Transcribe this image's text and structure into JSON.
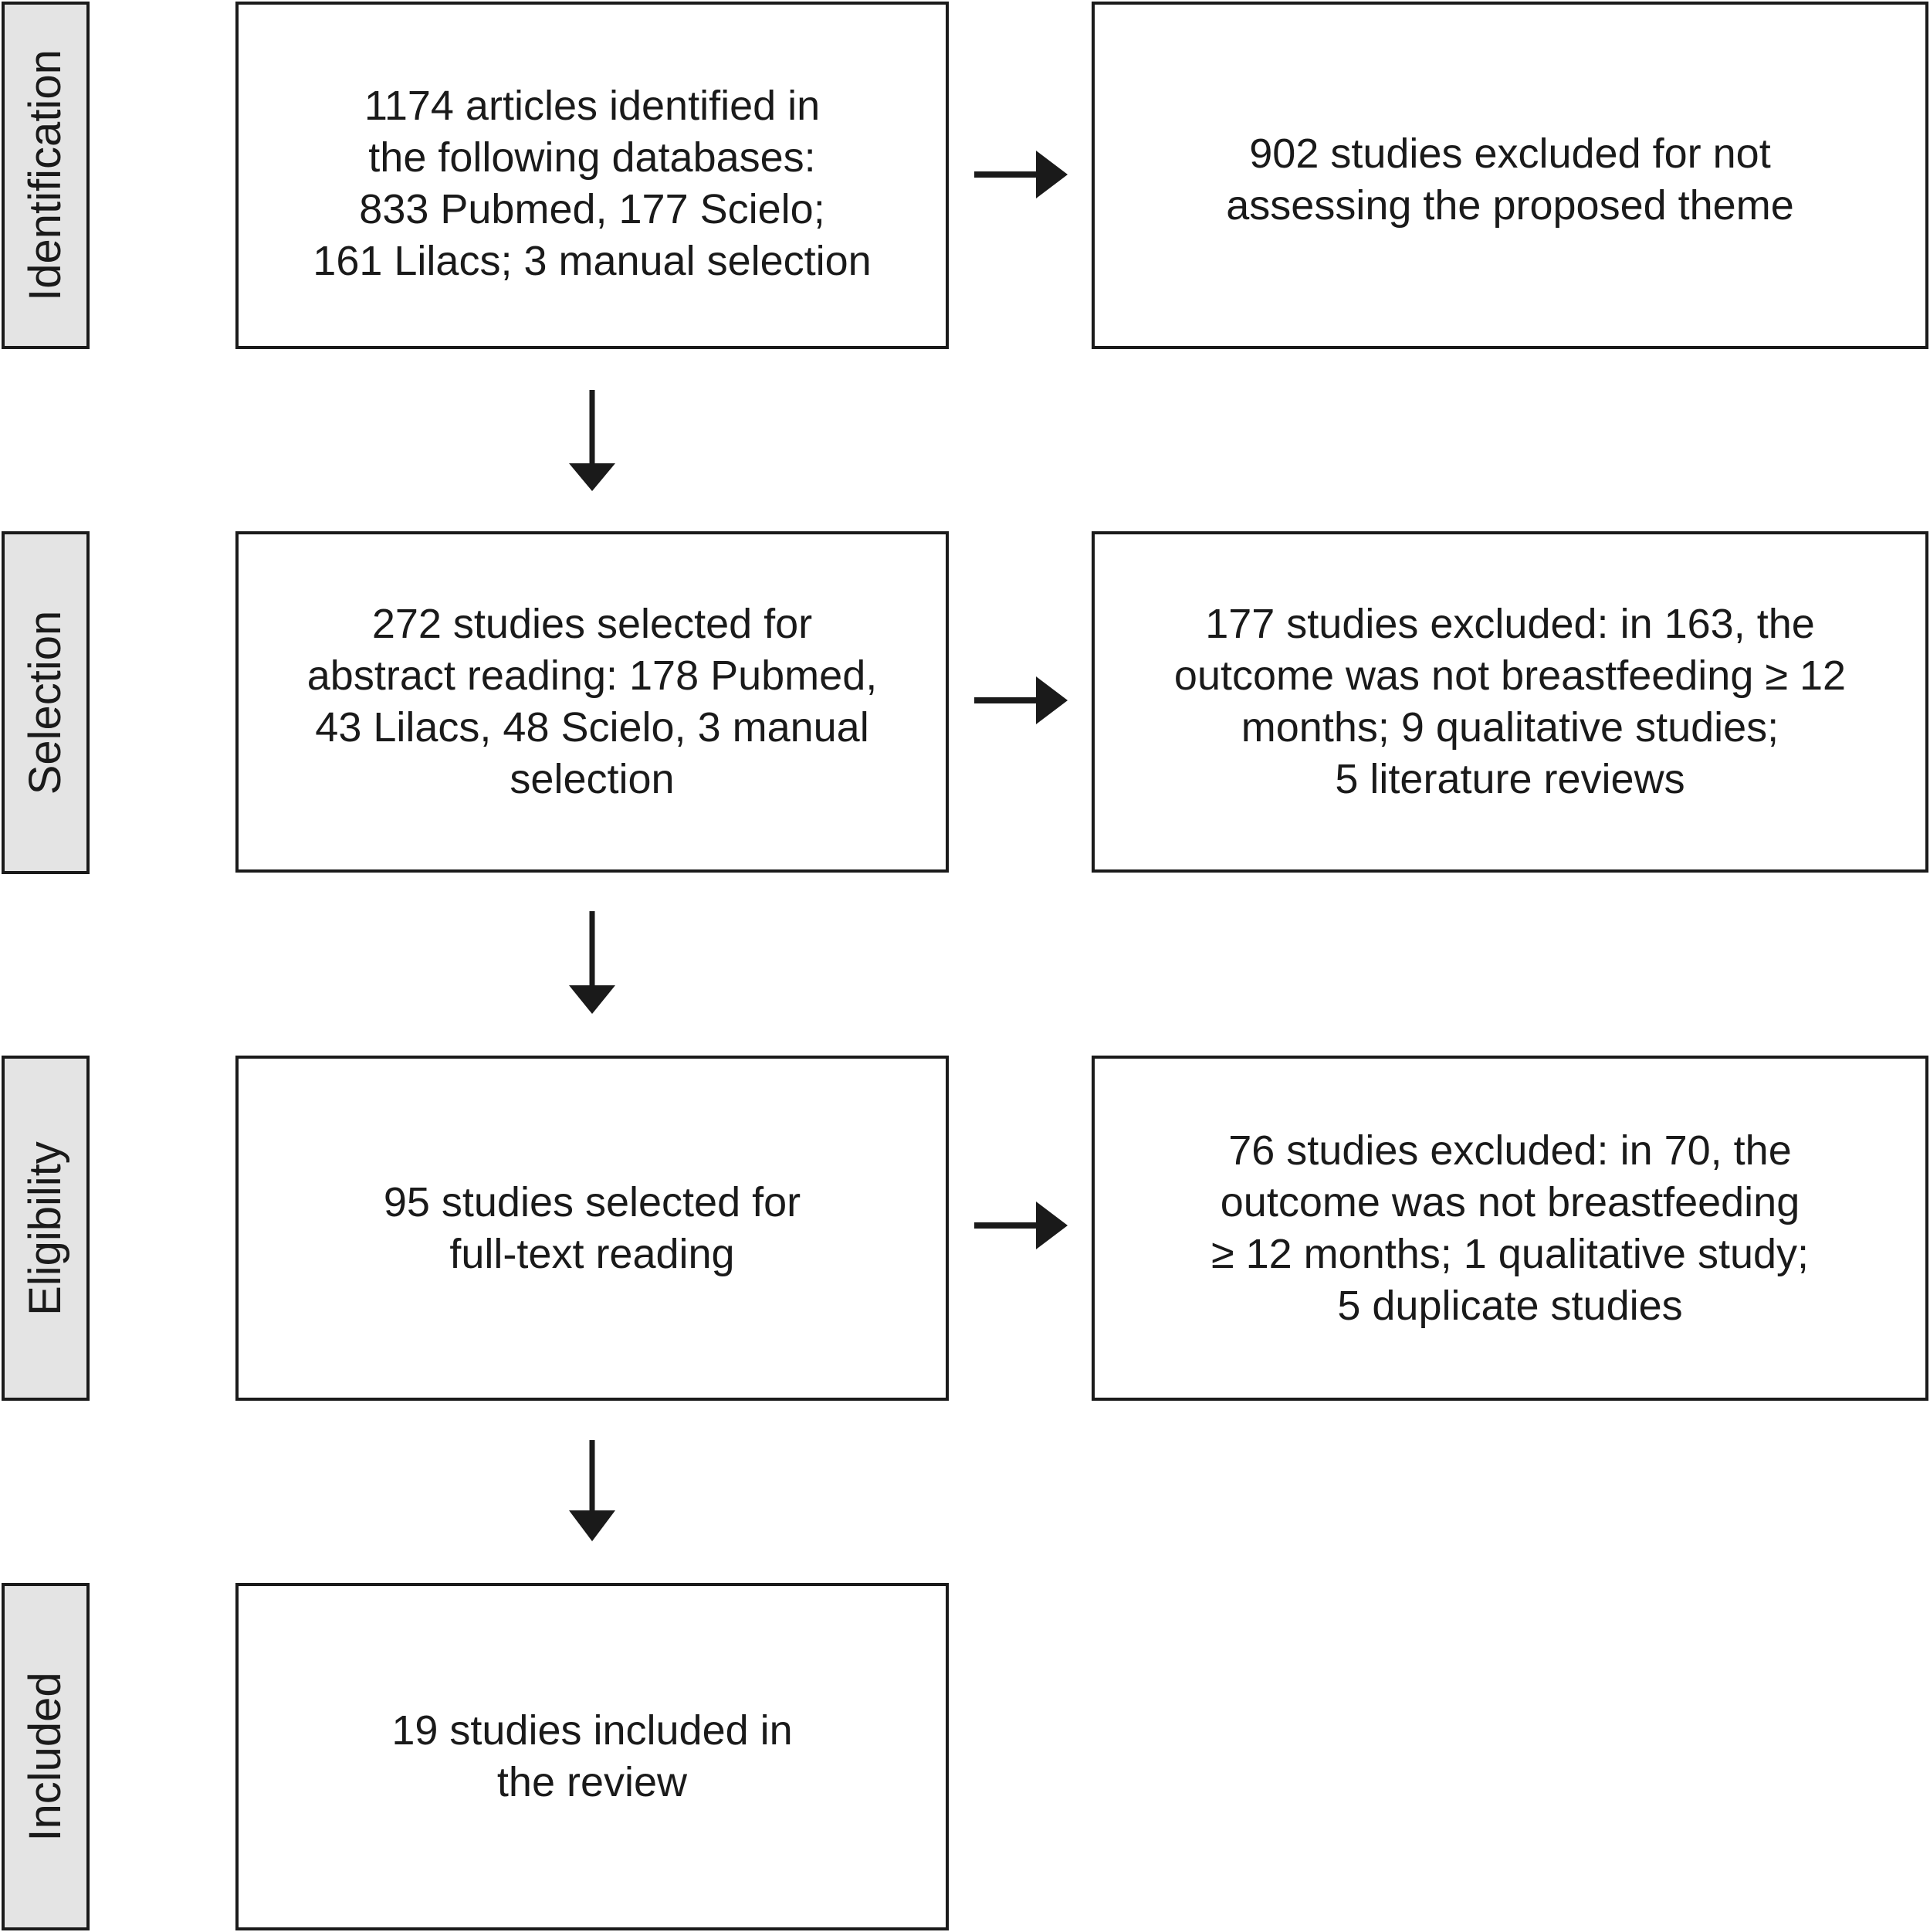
{
  "stages": {
    "identification": "Identification",
    "selection": "Selection",
    "eligibility": "Eligibility",
    "included": "Included"
  },
  "boxes": {
    "identified": "1174 articles identified in\nthe following databases:\n833 Pubmed, 177 Scielo;\n161 Lilacs; 3 manual selection",
    "excluded_theme": "902 studies excluded for not\nassessing the proposed theme",
    "selected_abstract": "272 studies selected for\nabstract reading: 178 Pubmed,\n43 Lilacs, 48 Scielo, 3 manual\nselection",
    "excluded_abstract": "177 studies excluded: in 163, the\noutcome was not breastfeeding ≥ 12\nmonths; 9 qualitative studies;\n5 literature reviews",
    "selected_fulltext": "95 studies selected for\nfull-text reading",
    "excluded_fulltext": "76 studies excluded: in 70, the\noutcome was not breastfeeding\n≥ 12 months; 1 qualitative study;\n5 duplicate studies",
    "included_review": "19 studies included in\nthe review"
  }
}
